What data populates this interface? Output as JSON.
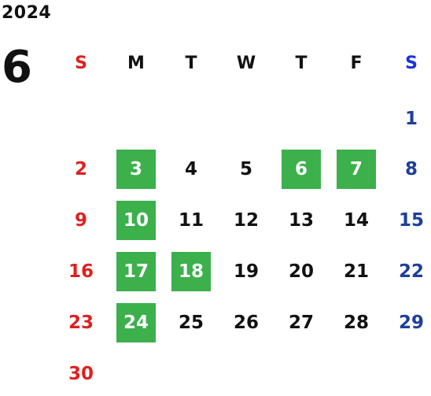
{
  "calendar": {
    "year": "2024",
    "month": "6",
    "weekday_headers": [
      "S",
      "M",
      "T",
      "W",
      "T",
      "F",
      "S"
    ],
    "first_weekday_index": 6,
    "days_in_month": 30,
    "highlighted_days": [
      3,
      6,
      7,
      10,
      17,
      18,
      24
    ],
    "colors": {
      "sunday": "#e02020",
      "saturday": "#1e3f9a",
      "saturday_header": "#1c2fe0",
      "highlight_bg": "#3bb04b",
      "highlight_text": "#ffffff",
      "default_text": "#111111"
    }
  }
}
